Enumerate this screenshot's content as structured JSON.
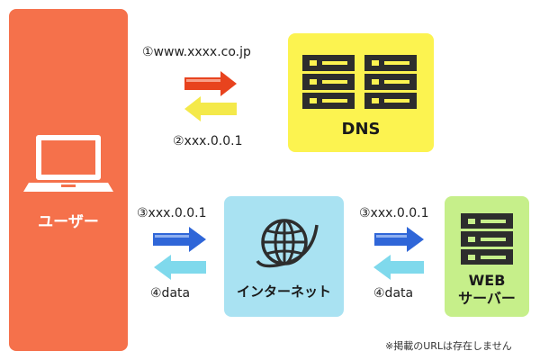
{
  "user": {
    "label": "ユーザー"
  },
  "dns": {
    "label": "DNS"
  },
  "internet": {
    "label": "インターネット"
  },
  "web": {
    "label_line1": "WEB",
    "label_line2": "サーバー"
  },
  "steps": {
    "s1": "①www.xxxx.co.jp",
    "s2": "②xxx.0.0.1",
    "s3_left": "③xxx.0.0.1",
    "s4_left": "④data",
    "s3_right": "③xxx.0.0.1",
    "s4_right": "④data"
  },
  "note": "※掲載のURLは存在しません",
  "colors": {
    "user_box": "#f5714b",
    "dns_box": "#fcf350",
    "internet_box": "#a9e2f2",
    "web_box": "#c6ef8a",
    "arrow_red": "#e8431e",
    "arrow_yellow": "#f4e94a",
    "arrow_blue": "#2f66d8",
    "arrow_cyan": "#7fd9ec"
  },
  "icons": [
    "laptop-icon",
    "server-rack-icon",
    "globe-icon"
  ]
}
